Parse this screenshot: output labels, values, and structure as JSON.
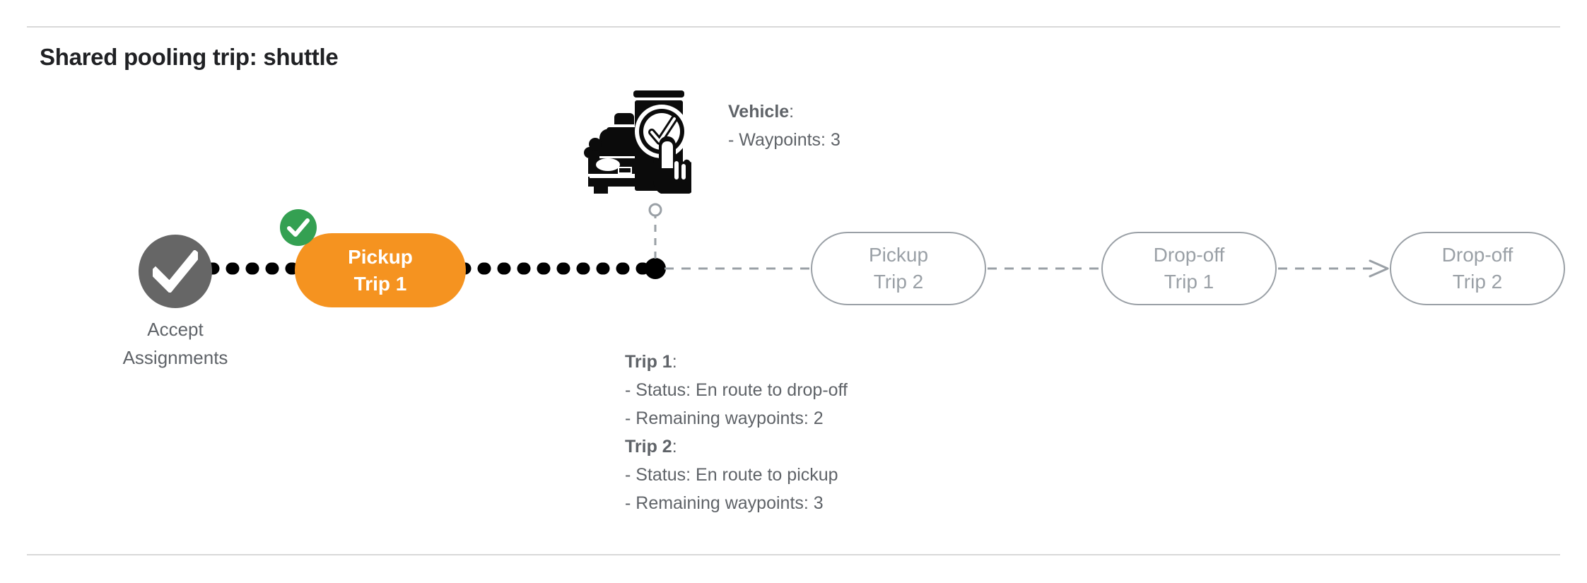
{
  "page": {
    "title": "Shared pooling trip: shuttle",
    "background": "#ffffff",
    "divider_color": "#d9d9d9"
  },
  "colors": {
    "active_node": "#f59320",
    "completed_node": "#666666",
    "badge_complete": "#34a052",
    "pending_outline": "#9aa0a6",
    "text_secondary": "#5f6368",
    "text_primary": "#202124",
    "path_completed": "#000000",
    "path_pending": "#9aa0a6"
  },
  "flow": {
    "nodes": [
      {
        "id": "accept-assignments",
        "type": "circle-completed",
        "icon": "check-icon",
        "label_line_1": "Accept",
        "label_line_2": "Assignments"
      },
      {
        "id": "pickup-trip-1",
        "type": "pill-active",
        "badge": "check-badge-icon",
        "line_1": "Pickup",
        "line_2": "Trip 1"
      },
      {
        "id": "pickup-trip-2",
        "type": "pill-pending",
        "line_1": "Pickup",
        "line_2": "Trip 2"
      },
      {
        "id": "dropoff-trip-1",
        "type": "pill-pending",
        "line_1": "Drop-off",
        "line_2": "Trip 1"
      },
      {
        "id": "dropoff-trip-2",
        "type": "pill-pending",
        "line_1": "Drop-off",
        "line_2": "Trip 2"
      }
    ],
    "vehicle_marker": {
      "icon": "vehicle-app-check-icon",
      "position_dot": "black-dot-marker",
      "connector": "dashed-vertical-connector"
    }
  },
  "annotations": {
    "vehicle": {
      "heading": "Vehicle",
      "heading_suffix": ":",
      "line_1": "- Waypoints: 3"
    },
    "trips": {
      "trip_1_heading": "Trip 1",
      "trip_1_heading_suffix": ":",
      "trip_1_status": "- Status:  En route to drop-off",
      "trip_1_waypoints": "- Remaining waypoints: 2",
      "trip_2_heading": "Trip 2",
      "trip_2_heading_suffix": ":",
      "trip_2_status": "- Status:  En route to pickup",
      "trip_2_waypoints": "- Remaining waypoints: 3"
    }
  }
}
